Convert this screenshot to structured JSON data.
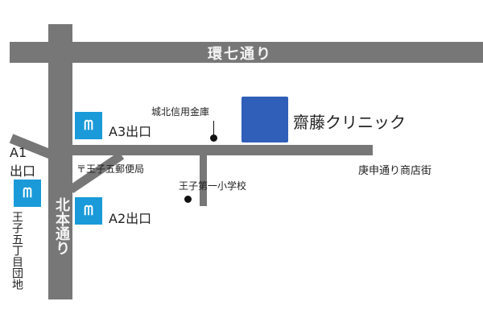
{
  "roads": {
    "kannana": "環七通り",
    "hokuhon": "北本通り",
    "koshin": "庚申通り商店街"
  },
  "landmarks": {
    "clinic": "齋藤クリニック",
    "bank": "城北信用金庫",
    "post_office": "〒王子五郵便局",
    "school": "王子第一小学校",
    "danchi": "王子五丁目団地"
  },
  "exits": [
    {
      "label": "A3出口",
      "icon": "metro-icon"
    },
    {
      "label": "A2出口",
      "icon": "metro-icon"
    },
    {
      "label_line1": "A1",
      "label_line2": "出口",
      "icon": "metro-icon"
    }
  ],
  "colors": {
    "road": "#777777",
    "clinic": "#2f5fb8",
    "metro": "#1a9ad9"
  }
}
